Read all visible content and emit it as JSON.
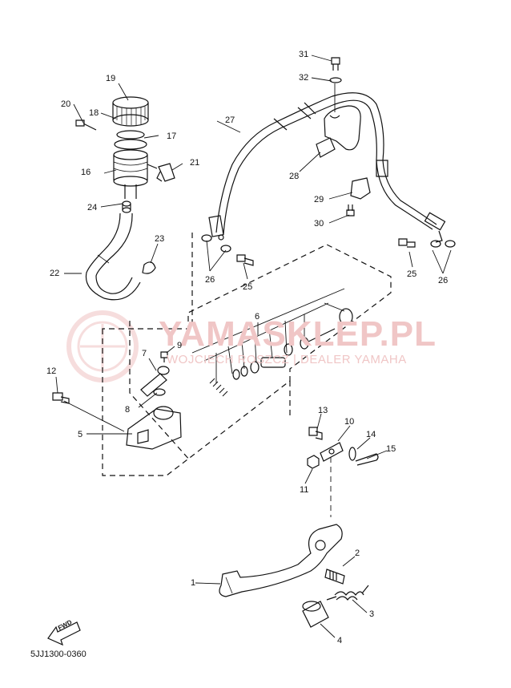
{
  "watermark": {
    "brand": "YAMASKLEP.PL",
    "tagline": "WOJCIECH ROSZCZ | DEALER YAMAHA"
  },
  "fwd_label": "FWD",
  "diagram_code": "5JJ1300-0360",
  "callouts": [
    {
      "id": "1",
      "text": "1"
    },
    {
      "id": "2",
      "text": "2"
    },
    {
      "id": "3",
      "text": "3"
    },
    {
      "id": "4",
      "text": "4"
    },
    {
      "id": "5",
      "text": "5"
    },
    {
      "id": "6",
      "text": "6"
    },
    {
      "id": "7",
      "text": "7"
    },
    {
      "id": "8",
      "text": "8"
    },
    {
      "id": "9",
      "text": "9"
    },
    {
      "id": "10",
      "text": "10"
    },
    {
      "id": "11",
      "text": "11"
    },
    {
      "id": "12",
      "text": "12"
    },
    {
      "id": "13",
      "text": "13"
    },
    {
      "id": "14",
      "text": "14"
    },
    {
      "id": "15",
      "text": "15"
    },
    {
      "id": "16",
      "text": "16"
    },
    {
      "id": "17",
      "text": "17"
    },
    {
      "id": "18",
      "text": "18"
    },
    {
      "id": "19",
      "text": "19"
    },
    {
      "id": "20",
      "text": "20"
    },
    {
      "id": "21",
      "text": "21"
    },
    {
      "id": "22",
      "text": "22"
    },
    {
      "id": "23",
      "text": "23"
    },
    {
      "id": "24",
      "text": "24"
    },
    {
      "id": "25a",
      "text": "25"
    },
    {
      "id": "25b",
      "text": "25"
    },
    {
      "id": "26a",
      "text": "26"
    },
    {
      "id": "26b",
      "text": "26"
    },
    {
      "id": "27",
      "text": "27"
    },
    {
      "id": "28",
      "text": "28"
    },
    {
      "id": "29",
      "text": "29"
    },
    {
      "id": "30",
      "text": "30"
    },
    {
      "id": "31",
      "text": "31"
    },
    {
      "id": "32",
      "text": "32"
    }
  ]
}
